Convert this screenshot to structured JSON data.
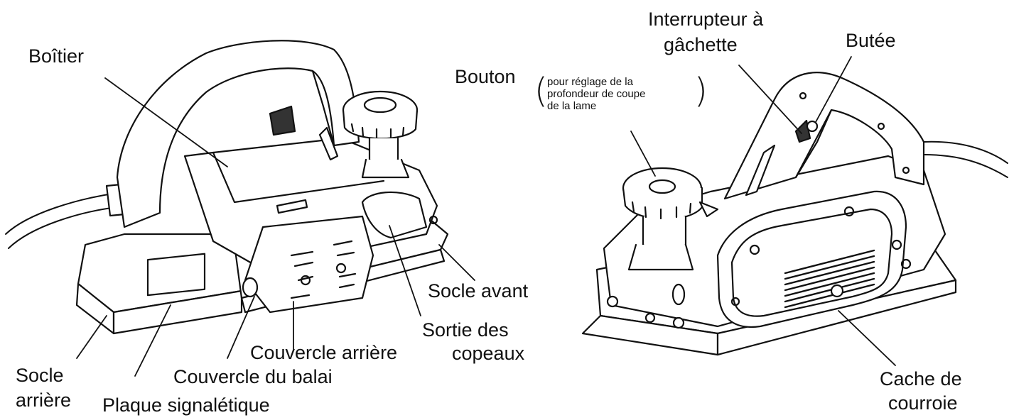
{
  "labels": {
    "boitier": "Boîtier",
    "socle_avant": "Socle avant",
    "sortie_l1": "Sortie des",
    "sortie_l2": "copeaux",
    "couvercle_arriere": "Couvercle arrière",
    "couvercle_balai": "Couvercle du balai",
    "socle_arriere_l1": "Socle",
    "socle_arriere_l2": "arrière",
    "plaque": "Plaque signalétique",
    "bouton": "Bouton",
    "bouton_note_l1": "pour réglage de la",
    "bouton_note_l2": "profondeur de coupe",
    "bouton_note_l3": "de la lame",
    "interrupteur_l1": "Interrupteur à",
    "interrupteur_l2": "gâchette",
    "butee": "Butée",
    "cache_l1": "Cache de",
    "cache_l2": "courroie"
  }
}
